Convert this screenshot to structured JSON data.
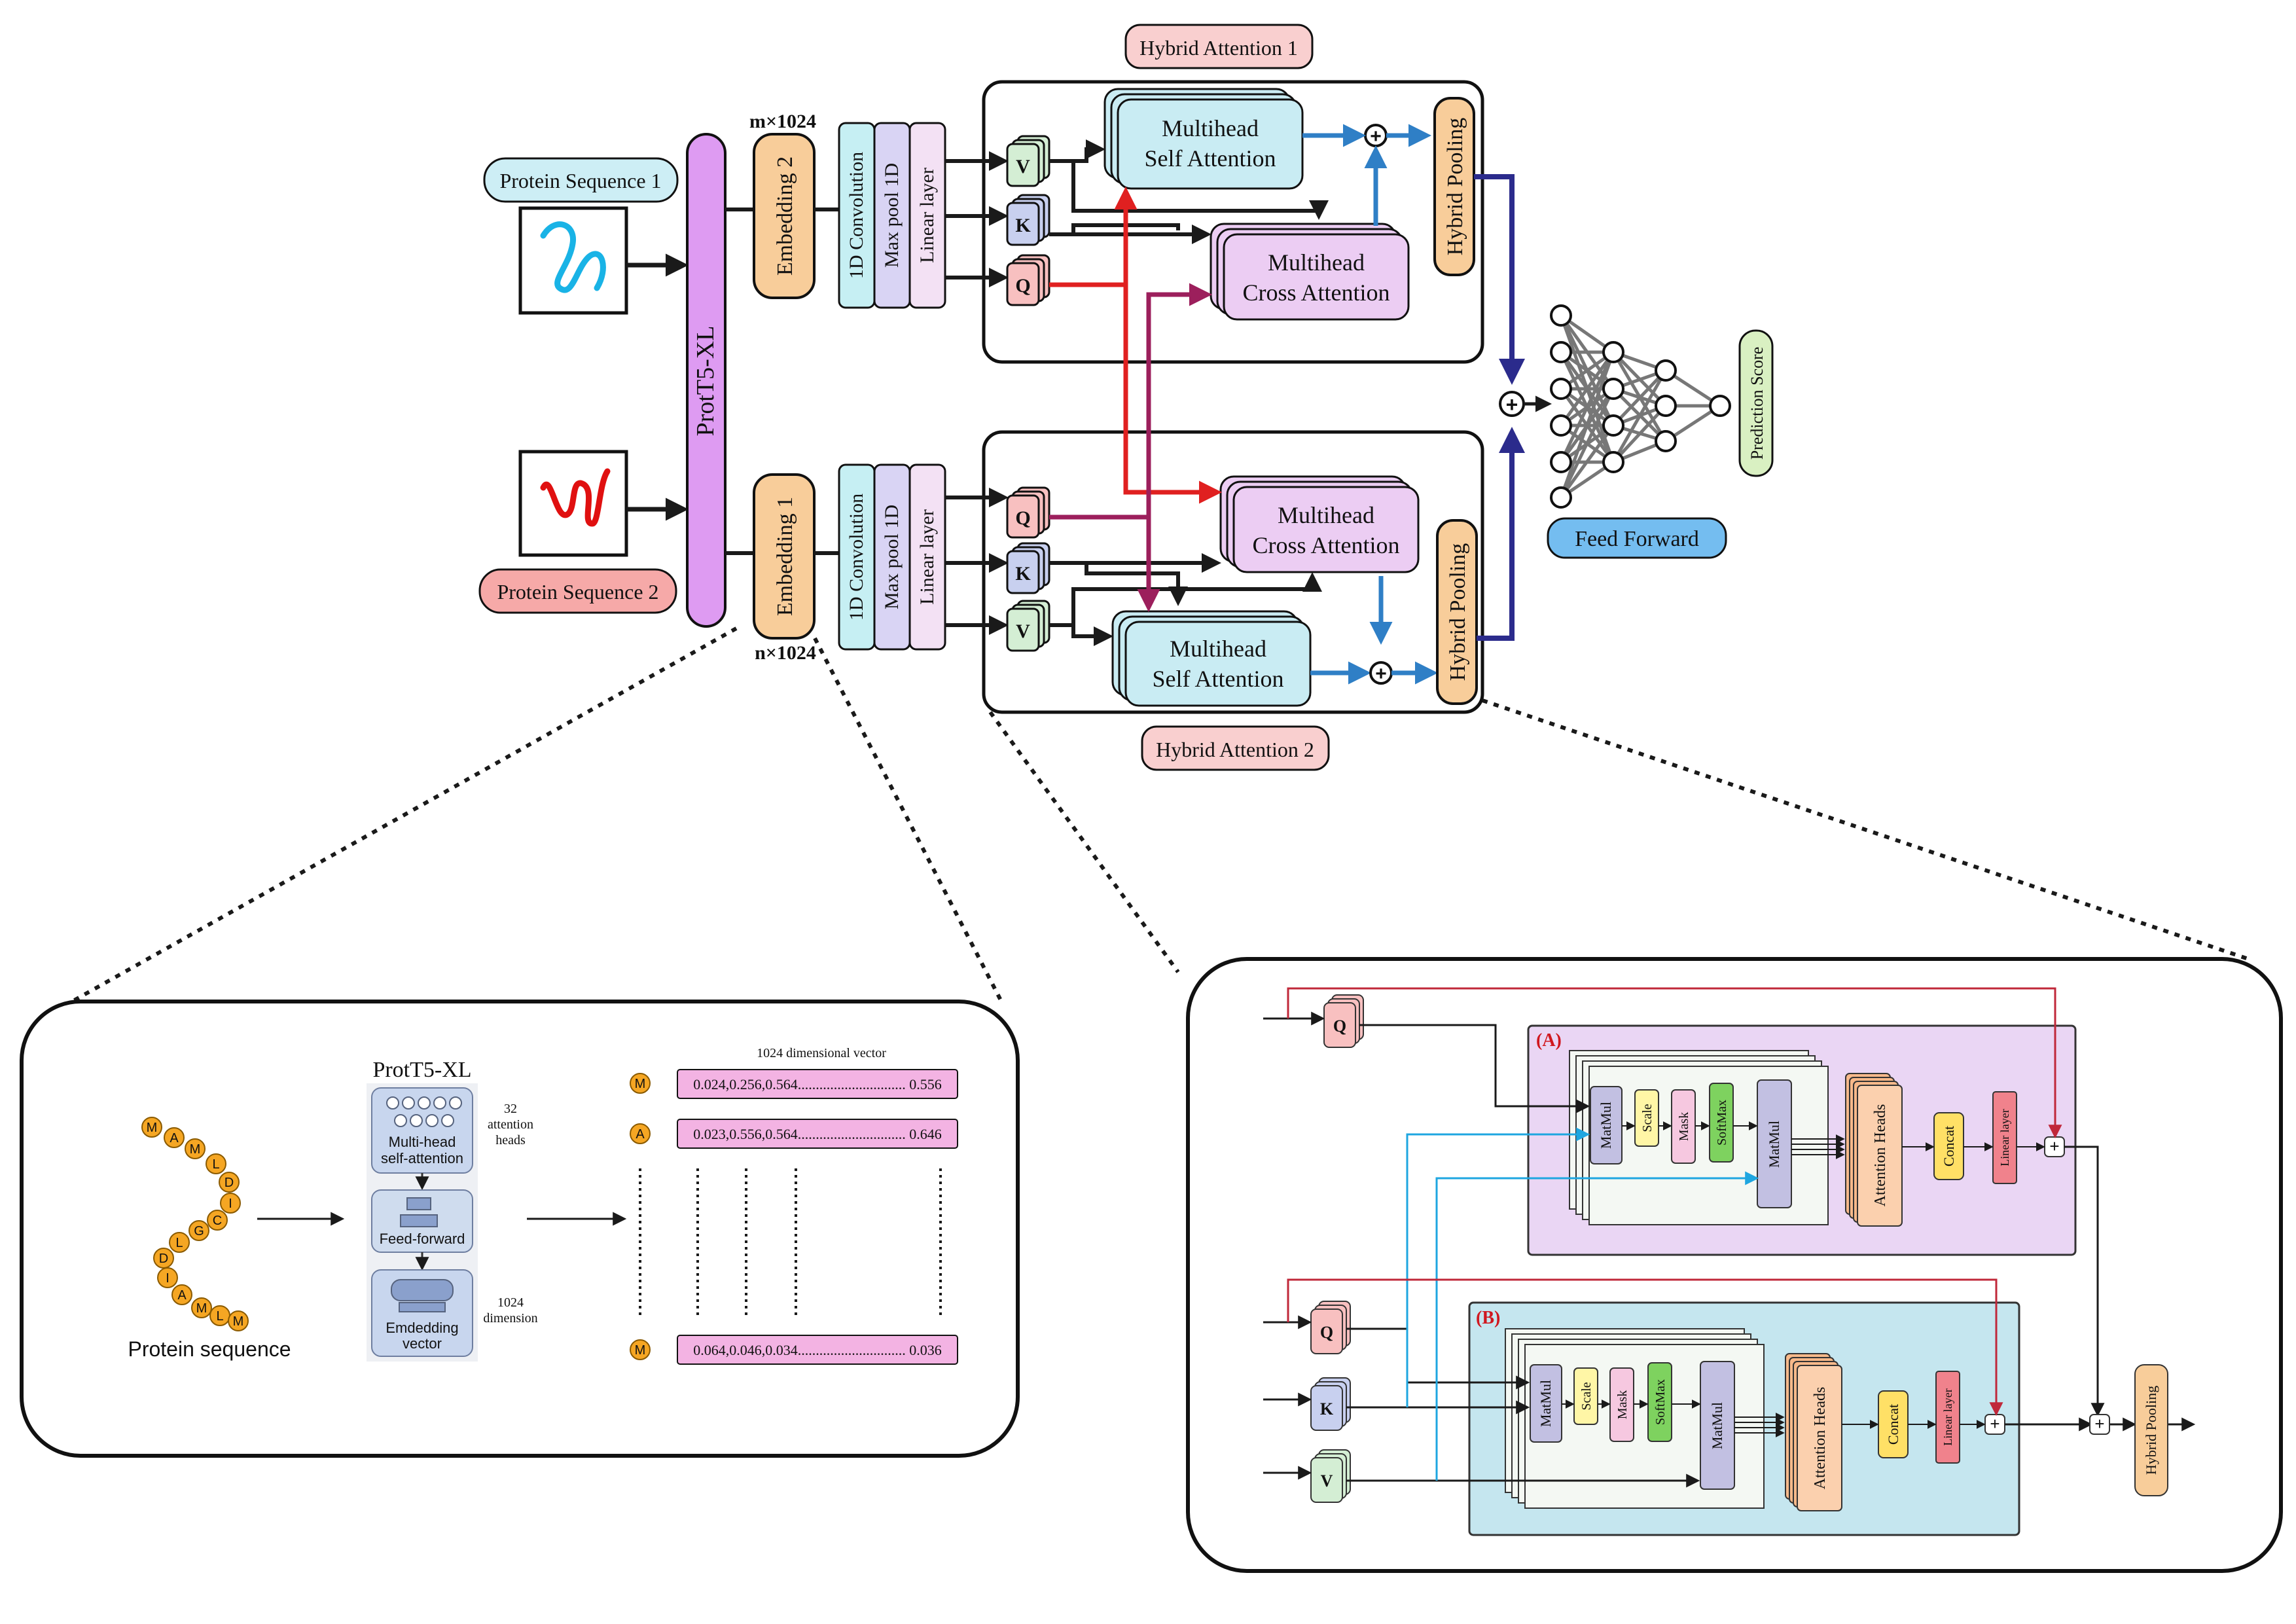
{
  "top": {
    "protein_seq_1": "Protein Sequence 1",
    "protein_seq_2": "Protein Sequence 2",
    "prott5": "ProtT5-XL",
    "embedding_2": "Embedding 2",
    "embedding_1": "Embedding 1",
    "dim_m": "m×1024",
    "dim_n": "n×1024",
    "conv": "1D Convolution",
    "maxpool": "Max pool 1D",
    "linear": "Linear layer",
    "q": "Q",
    "k": "K",
    "v": "V",
    "self_attention_l1": "Multihead",
    "self_attention_l2": "Self Attention",
    "cross_attention_l1": "Multihead",
    "cross_attention_l2": "Cross Attention",
    "hybrid_pooling": "Hybrid Pooling",
    "hybrid_attention_1": "Hybrid Attention 1",
    "hybrid_attention_2": "Hybrid Attention 2",
    "feed_forward": "Feed Forward",
    "prediction_score": "Prediction Score"
  },
  "left_panel": {
    "title": "ProtT5-XL",
    "mha_l1": "Multi-head",
    "mha_l2": "self-attention",
    "ff": "Feed-forward",
    "emb_l1": "Emdedding",
    "emb_l2": "vector",
    "heads_l1": "32",
    "heads_l2": "attention",
    "heads_l3": "heads",
    "dim_l1": "1024",
    "dim_l2": "dimension",
    "vector_header": "1024 dimensional vector",
    "protein_sequence": "Protein sequence",
    "residues": [
      "M",
      "A",
      "M",
      "L",
      "D",
      "I",
      "C",
      "G",
      "L",
      "D",
      "I",
      "A",
      "M",
      "L",
      "M"
    ],
    "rows": [
      {
        "residue": "M",
        "values": "0.024,0.256,0.564.............................. 0.556"
      },
      {
        "residue": "A",
        "values": "0.023,0.556,0.564.............................. 0.646"
      },
      {
        "residue": "M",
        "values": "0.064,0.046,0.034.............................. 0.036"
      }
    ]
  },
  "right_panel": {
    "label_a": "(A)",
    "label_b": "(B)",
    "q": "Q",
    "k": "K",
    "v": "V",
    "matmul": "MatMul",
    "scale": "Scale",
    "mask": "Mask",
    "softmax": "SoftMax",
    "attention_heads": "Attention Heads",
    "concat": "Concat",
    "linear": "Linear layer",
    "plus": "+",
    "hybrid_pooling": "Hybrid Pooling"
  },
  "colors": {
    "cyan_box": "#cdeef5",
    "pink_box": "#f6c3c6",
    "purple_bar": "#de9bf2",
    "orange": "#f8cd9a",
    "conv": "#c6eff3",
    "maxpool": "#d9d4f4",
    "linear": "#f3e1f4",
    "q_box": "#f8c0c0",
    "k_box": "#c8d0ef",
    "v_box": "#d4eed4",
    "self_att": "#c9ecf3",
    "cross_att": "#eccdf3",
    "blue_arrow": "#2f7fc6",
    "navy_arrow": "#2b2b8c",
    "red_arrow": "#e02020",
    "maroon_arrow": "#9c1f5c",
    "panel_a_bg": "#ead6f4",
    "panel_b_bg": "#c5e6ef",
    "feed_forward": "#74bdf0",
    "prediction": "#d9f0c2"
  }
}
